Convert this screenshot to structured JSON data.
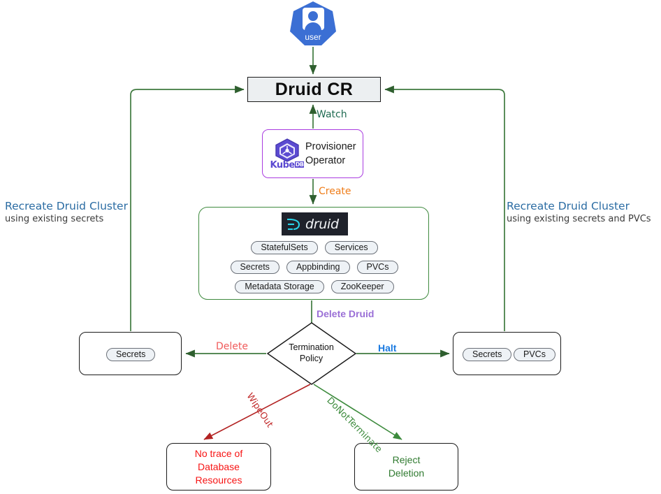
{
  "diagram": {
    "title": "KubeDB Druid CR lifecycle and termination policy flow",
    "colors": {
      "edge_green": "#3f7a3f",
      "edge_red": "#b22222",
      "operator_border": "#a93ce0",
      "cluster_border": "#3f8a3f",
      "user_blue": "#3b6fd4",
      "accent_orange": "#ef7d1a",
      "accent_blue": "#2b6ca3"
    }
  },
  "user": {
    "label": "user",
    "icon": "user-avatar-icon"
  },
  "druid_cr": {
    "label": "Druid CR"
  },
  "provisioner": {
    "line1": "Provisioner",
    "line2": "Operator",
    "logo_text": "Kube",
    "logo_badge": "DB",
    "icon": "kubedb-logo-icon"
  },
  "druid_cluster": {
    "logo_text": "druid",
    "logo_icon": "druid-logo-icon",
    "rows": [
      [
        "StatefulSets",
        "Services"
      ],
      [
        "Secrets",
        "Appbinding",
        "PVCs"
      ],
      [
        "Metadata Storage",
        "ZooKeeper"
      ]
    ]
  },
  "termination_policy": {
    "line1": "Termination",
    "line2": "Policy"
  },
  "edge_labels": {
    "watch": "Watch",
    "create": "Create",
    "delete_druid": "Delete Druid",
    "delete": "Delete",
    "halt": "Halt",
    "wipeout": "WipeOut",
    "do_not_terminate": "DoNotTerminate"
  },
  "secrets_left": {
    "pills": [
      "Secrets"
    ]
  },
  "secrets_right": {
    "pills": [
      "Secrets",
      "PVCs"
    ]
  },
  "wipeout_box": {
    "line1": "No trace of",
    "line2": "Database",
    "line3": "Resources"
  },
  "reject_box": {
    "line1": "Reject",
    "line2": "Deletion"
  },
  "note_left": {
    "title": "Recreate Druid Cluster",
    "sub": "using existing secrets"
  },
  "note_right": {
    "title": "Recreate Druid Cluster",
    "sub": "using existing secrets and PVCs"
  }
}
